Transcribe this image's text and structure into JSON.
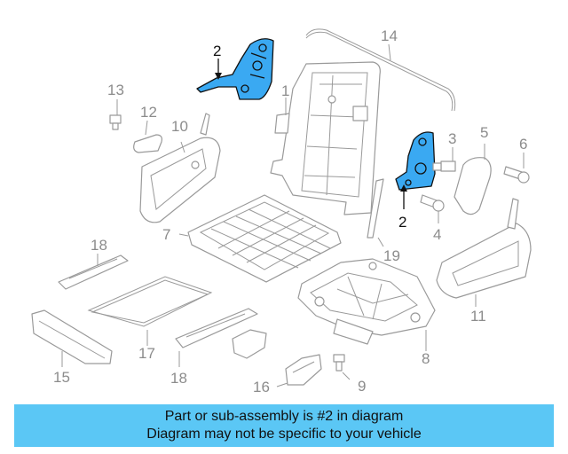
{
  "callouts": {
    "c1": "1",
    "c2a": "2",
    "c2b": "2",
    "c3": "3",
    "c4": "4",
    "c5": "5",
    "c6": "6",
    "c7": "7",
    "c8": "8",
    "c9": "9",
    "c10": "10",
    "c11": "11",
    "c12": "12",
    "c13": "13",
    "c14": "14",
    "c15": "15",
    "c16": "16",
    "c17": "17",
    "c18a": "18",
    "c18b": "18",
    "c19": "19"
  },
  "colors": {
    "highlight_fill": "#3aa9f2",
    "banner_bg": "#5bc7f5",
    "part_outline": "#9a9a9a"
  },
  "banner": {
    "line1": "Part or sub-assembly is #2 in diagram",
    "line2": "Diagram may not be specific to your vehicle"
  }
}
